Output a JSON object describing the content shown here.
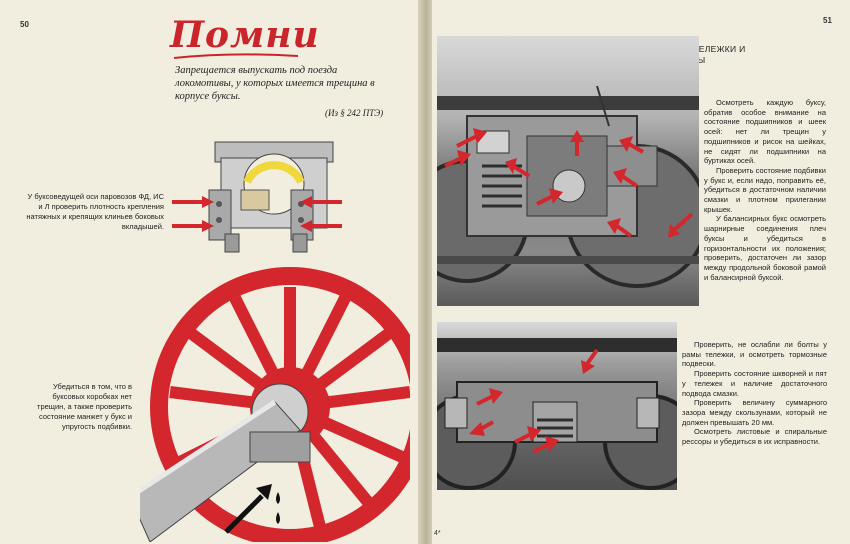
{
  "left_page": {
    "page_number": "50",
    "title": "Помни",
    "warning": "Запрещается выпускать под поезда локомотивы, у которых имеется трещина в корпусе буксы.",
    "reference": "(Из § 242 ПТЭ)",
    "note_top": "У буксоведущей оси паровозов ФД, ИС и Л проверить плотность крепления натяжных и крепящих клиньев боковых вкладышей.",
    "note_bottom": "Убедиться в том, что в буксовых коробках нет трещин, а также проверить состояние манжет у букс и упругость подбивки."
  },
  "right_page": {
    "page_number": "51",
    "section_title": "ТЕНДЕРНЫЕ ТЕЛЕЖКИ И БУКСЫ",
    "bottom_mark": "4*",
    "caption_top": [
      "Осмотреть каждую буксу, обратив особое внимание на состояние подшипников и шеек осей: нет ли трещин у подшипников и рисок на шейках, не сидят ли подшипники на буртиках осей.",
      "Проверить состояние подбивки у букс и, если надо, поправить её, убедиться в достаточном наличии смазки и плотном прилегании крышек.",
      "У балансирных букс осмотреть шарнирные соединения плеч буксы и убедиться в горизонтальности их положения; проверить, достаточен ли зазор между продольной боковой рамой и балансирной буксой."
    ],
    "caption_bottom": [
      "Проверить, не ослабли ли болты у рамы тележки, и осмотреть тормозные подвески.",
      "Проверить состояние шкворней и пят у тележек и наличие достаточного подвода смазки.",
      "Проверить величину суммарного зазора между скользунами, который не должен превышать 20 мм.",
      "Осмотреть листовые и спиральные рессоры и убедиться в их исправности."
    ]
  },
  "colors": {
    "accent_red": "#d3262d",
    "paper": "#f1eedf",
    "photo_gray": "#8f8f8f"
  }
}
